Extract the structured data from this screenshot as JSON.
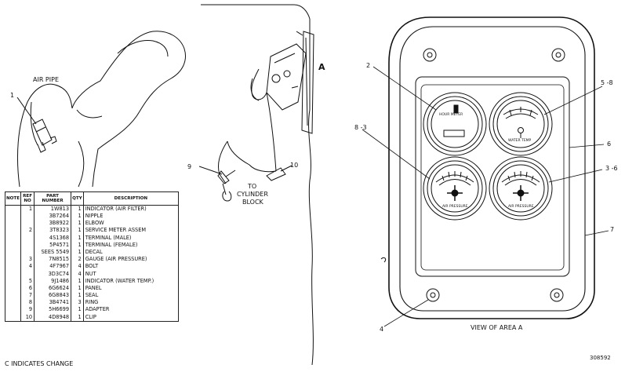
{
  "labels": {
    "air_pipe": "AIR PIPE",
    "view_letter": "A",
    "to_cylinder_block": [
      "TO",
      "CYLINDER",
      "BLOCK"
    ],
    "view_of_area": "VIEW OF AREA A",
    "footnote": "C INDICATES CHANGE",
    "drawing_number": "308592"
  },
  "callouts": {
    "c1": "1",
    "c2": "2",
    "c5_8": "5 -8",
    "c8_3": "8 -3",
    "c6": "6",
    "c3_6": "3 -6",
    "c7": "7",
    "c4": "4",
    "c9": "9",
    "c10": "10"
  },
  "gauges": {
    "hour_meter": "HOUR METER",
    "water_temp": "WATER TEMP",
    "air_pressure_left": "AIR PRESSURE",
    "air_pressure_right": "AIR PRESSURE"
  },
  "table": {
    "headers": [
      "NOTE",
      "REF NO",
      "PART NUMBER",
      "QTY",
      "DESCRIPTION"
    ],
    "rows": [
      {
        "note": "",
        "ref": "1",
        "part": "1W813",
        "qty": "1",
        "desc": "INDICATOR (AIR FILTER)"
      },
      {
        "note": "",
        "ref": "",
        "part": "3B7264",
        "qty": "1",
        "desc": "NIPPLE"
      },
      {
        "note": "",
        "ref": "",
        "part": "3B8922",
        "qty": "1",
        "desc": "ELBOW"
      },
      {
        "note": "",
        "ref": "2",
        "part": "3T8323",
        "qty": "1",
        "desc": "SERVICE METER ASSEM"
      },
      {
        "note": "",
        "ref": "",
        "part": "4S1368",
        "qty": "1",
        "desc": "TERMINAL (MALE)"
      },
      {
        "note": "",
        "ref": "",
        "part": "5P4571",
        "qty": "1",
        "desc": "TERMINAL (FEMALE)"
      },
      {
        "note": "",
        "ref": "",
        "part": "SEES 5549",
        "qty": "1",
        "desc": "DECAL"
      },
      {
        "note": "",
        "ref": "3",
        "part": "7N8515",
        "qty": "2",
        "desc": "GAUGE (AIR PRESSURE)"
      },
      {
        "note": "",
        "ref": "4",
        "part": "4F7967",
        "qty": "4",
        "desc": "BOLT"
      },
      {
        "note": "",
        "ref": "",
        "part": "3D3C74",
        "qty": "4",
        "desc": "NUT"
      },
      {
        "note": "",
        "ref": "5",
        "part": "9J1486",
        "qty": "1",
        "desc": "INDICATOR (WATER TEMP.)"
      },
      {
        "note": "",
        "ref": "6",
        "part": "6G6624",
        "qty": "1",
        "desc": "PANEL"
      },
      {
        "note": "",
        "ref": "7",
        "part": "6G8843",
        "qty": "1",
        "desc": "SEAL"
      },
      {
        "note": "",
        "ref": "8",
        "part": "3B4741",
        "qty": "3",
        "desc": "RING"
      },
      {
        "note": "",
        "ref": "9",
        "part": "5H6699",
        "qty": "1",
        "desc": "ADAPTER"
      },
      {
        "note": "",
        "ref": "10",
        "part": "4D8948",
        "qty": "1",
        "desc": "CLIP"
      }
    ]
  }
}
